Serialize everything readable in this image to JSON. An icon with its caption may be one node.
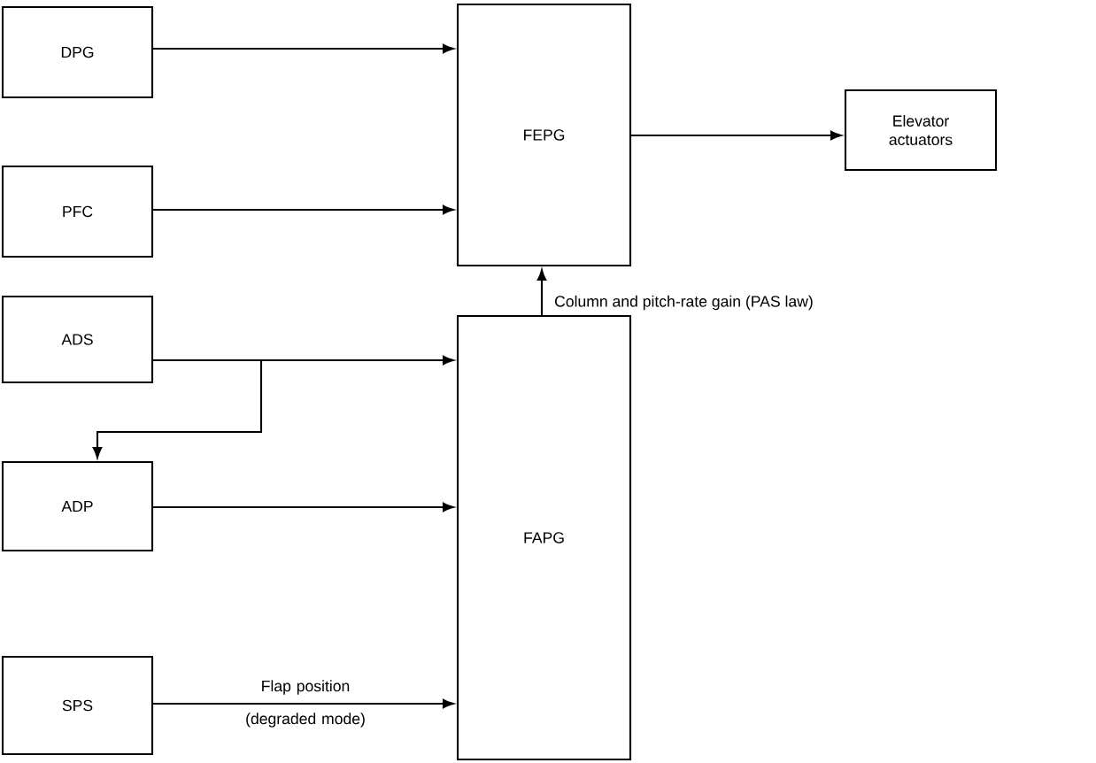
{
  "diagram": {
    "nodes": [
      {
        "text": [
          "DPG"
        ]
      },
      {
        "text": [
          "PFC"
        ]
      },
      {
        "text": [
          "ADS"
        ]
      },
      {
        "text": [
          "ADP"
        ]
      },
      {
        "text": [
          "SPS"
        ]
      },
      {
        "text": [
          "FEPG"
        ]
      },
      {
        "text": [
          "FAPG"
        ]
      },
      {
        "text": [
          "Elevator actuators"
        ]
      }
    ],
    "edges": [
      {
        "from": 0,
        "to": 5,
        "arrow": "to"
      },
      {
        "from": 1,
        "to": 5,
        "arrow": "to"
      },
      {
        "from": 2,
        "to": 6,
        "arrow": "to"
      },
      {
        "from": 2,
        "to": 3,
        "arrow": "to"
      },
      {
        "from": 3,
        "to": 6,
        "arrow": "to"
      },
      {
        "from": 4,
        "to": 6,
        "arrow": "to",
        "label": "Flap position (degraded mode)"
      },
      {
        "from": 6,
        "to": 5,
        "arrow": "to",
        "label": "Column and pitch-rate gain (PAS law)"
      },
      {
        "from": 5,
        "to": 7,
        "arrow": "to"
      }
    ]
  }
}
